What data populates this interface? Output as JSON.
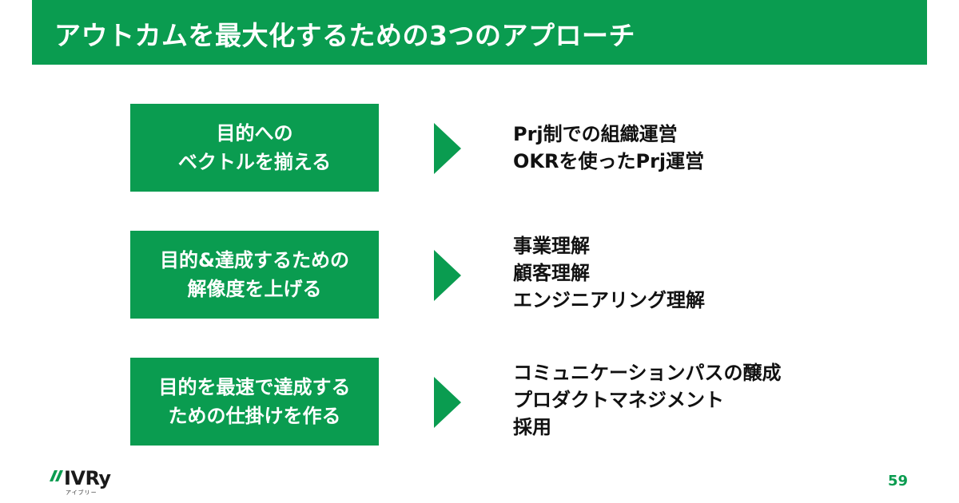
{
  "slide": {
    "title": "アウトカムを最大化するための3つのアプローチ",
    "rows": [
      {
        "approach": [
          "目的への",
          "ベクトルを揃える"
        ],
        "details": [
          "Prj制での組織運営",
          "OKRを使ったPrj運営"
        ]
      },
      {
        "approach": [
          "目的&達成するための",
          "解像度を上げる"
        ],
        "details": [
          "事業理解",
          "顧客理解",
          "エンジニアリング理解"
        ]
      },
      {
        "approach": [
          "目的を最速で達成する",
          "ための仕掛けを作る"
        ],
        "details": [
          "コミュニケーションパスの醸成",
          "プロダクトマネジメント",
          "採用"
        ]
      }
    ],
    "page_number": "59"
  },
  "logo": {
    "wordmark": "IVRy",
    "subtext": "アイブリー"
  },
  "colors": {
    "accent": "#0a9c50",
    "text": "#111111",
    "background": "#ffffff"
  },
  "icons": {
    "arrow": "triangle-right-arrow",
    "logo_mark": "ivry-slash-mark"
  }
}
